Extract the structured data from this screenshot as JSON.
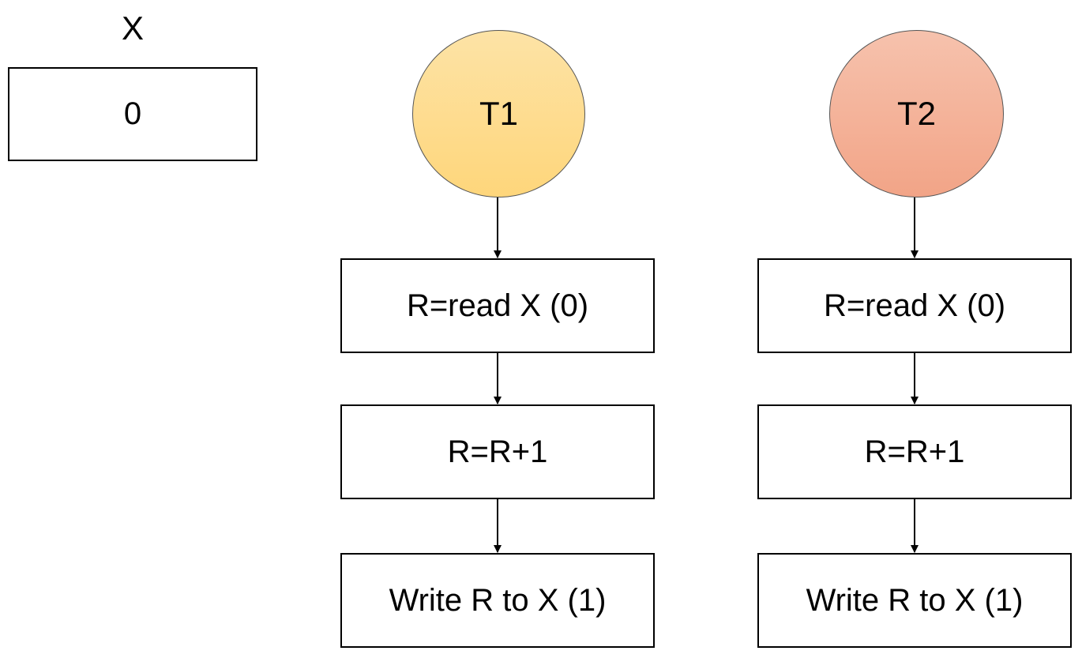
{
  "variable": {
    "name": "X",
    "value": "0"
  },
  "transactions": [
    {
      "name": "T1",
      "color": "#fed67b",
      "steps": [
        "R=read X (0)",
        "R=R+1",
        "Write R to X (1)"
      ]
    },
    {
      "name": "T2",
      "color": "#f2a487",
      "steps": [
        "R=read X (0)",
        "R=R+1",
        "Write R to X (1)"
      ]
    }
  ]
}
